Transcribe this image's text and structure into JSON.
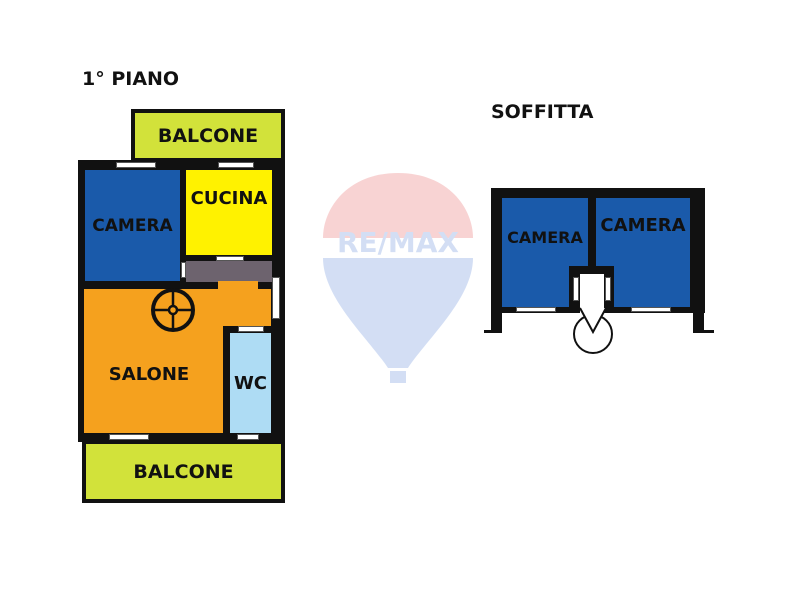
{
  "titles": {
    "floor": "1° PIANO",
    "attic": "SOFFITTA"
  },
  "rooms": {
    "balcone_top": "BALCONE",
    "camera": "CAMERA",
    "cucina": "CUCINA",
    "salone": "SALONE",
    "wc": "WC",
    "balcone_bottom": "BALCONE",
    "attic_camera_left": "CAMERA",
    "attic_camera_right": "CAMERA"
  },
  "watermark": {
    "brand": "RE/MAX"
  },
  "colors": {
    "balcone": "#d2e23a",
    "camera": "#1a5aaa",
    "cucina": "#fff200",
    "corridor": "#6d636e",
    "salone": "#f5a11e",
    "wc": "#aedcf4"
  }
}
